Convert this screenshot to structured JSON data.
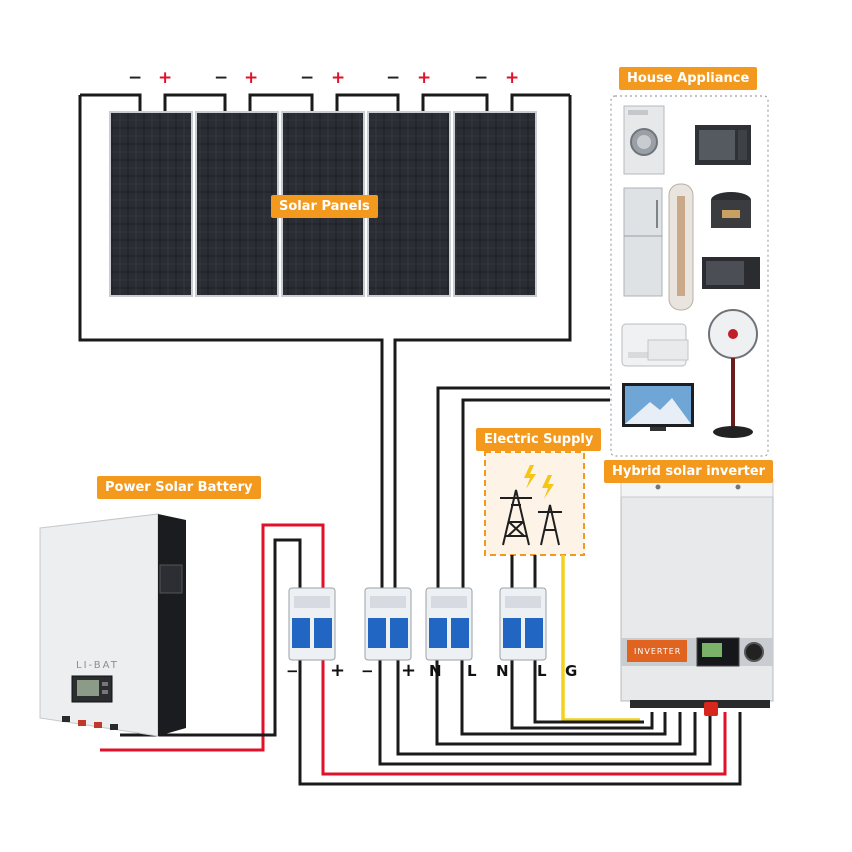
{
  "labels": {
    "solar_panels": "Solar Panels",
    "house_appliance": "House Appliance",
    "electric_supply": "Electric Supply",
    "power_solar_battery": "Power Solar Battery",
    "hybrid_solar_inverter": "Hybrid solar inverter"
  },
  "panel_terminals": [
    {
      "minus": "−",
      "plus": "+"
    },
    {
      "minus": "−",
      "plus": "+"
    },
    {
      "minus": "−",
      "plus": "+"
    },
    {
      "minus": "−",
      "plus": "+"
    },
    {
      "minus": "−",
      "plus": "+"
    }
  ],
  "breaker_terminals": [
    "−",
    "+",
    "−",
    "+",
    "N",
    "L",
    "N",
    "L",
    "G"
  ],
  "battery_text": "LI-BAT",
  "inverter_text": "INVERTER",
  "appliances": [
    "washing-machine",
    "oven",
    "refrigerator",
    "air-purifier",
    "rice-cooker",
    "microwave",
    "air-conditioner",
    "standing-fan",
    "television"
  ],
  "colors": {
    "accent": "#f39a1e",
    "positive_wire": "#e0112a",
    "negative_wire": "#222222",
    "ground_wire": "#f2d21c"
  }
}
